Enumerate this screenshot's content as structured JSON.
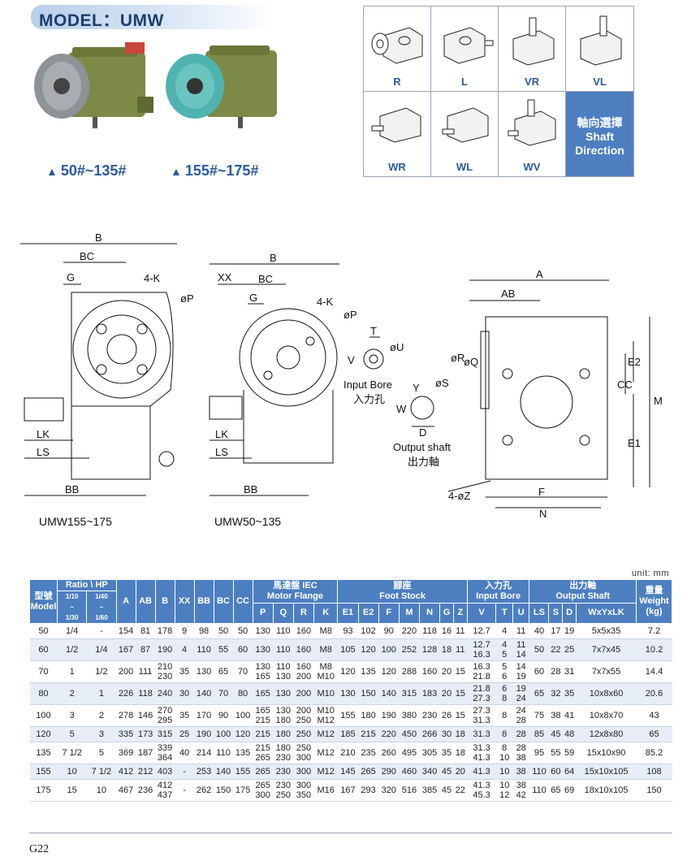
{
  "header": {
    "model_title": "MODEL：UMW"
  },
  "products": [
    {
      "label": "50#~135#"
    },
    {
      "label": "155#~175#"
    }
  ],
  "shaft_directions": {
    "items": [
      "R",
      "L",
      "VR",
      "VL",
      "WR",
      "WL",
      "WV"
    ],
    "title_zh": "軸向選擇",
    "title_en_1": "Shaft",
    "title_en_2": "Direction"
  },
  "drawings": {
    "left_caption": "UMW155~175",
    "mid_caption": "UMW50~135",
    "input_bore_en": "Input  Bore",
    "input_bore_zh": "入力孔",
    "output_shaft_en": "Output  shaft",
    "output_shaft_zh": "出力軸",
    "dims": {
      "B": "B",
      "BC": "BC",
      "G": "G",
      "K4": "4-K",
      "P": "øP",
      "LK": "LK",
      "LS": "LS",
      "BB": "BB",
      "XX": "XX",
      "T": "T",
      "U": "øU",
      "V": "V",
      "Y": "Y",
      "S": "øS",
      "W": "W",
      "D": "D",
      "A": "A",
      "AB": "AB",
      "R": "øR",
      "Q": "øQ",
      "E2": "E2",
      "CC": "CC",
      "M": "M",
      "E1": "E1",
      "F": "F",
      "N": "N",
      "Z": "4-øZ"
    }
  },
  "table": {
    "unit": "unit: mm",
    "h_model_zh": "型號",
    "h_model_en": "Model",
    "h_ratio": "Ratio \\ HP",
    "h_ratio_a_1": "1/10",
    "h_ratio_a_2": "~",
    "h_ratio_a_3": "1/30",
    "h_ratio_b_1": "1/40",
    "h_ratio_b_2": "~",
    "h_ratio_b_3": "1/60",
    "h_A": "A",
    "h_AB": "AB",
    "h_B": "B",
    "h_XX": "XX",
    "h_BB": "BB",
    "h_BC": "BC",
    "h_CC": "CC",
    "h_motor_zh": "馬達盤 IEC",
    "h_motor_en": "Motor Flange",
    "h_foot_zh": "腳座",
    "h_foot_en": "Foot Stock",
    "h_input_zh": "入力孔",
    "h_input_en": "Input Bore",
    "h_output_zh": "出力軸",
    "h_output_en": "Output Shaft",
    "h_weight_zh": "重量",
    "h_weight_en": "Weight",
    "h_weight_unit": "(kg)",
    "sub": [
      "P",
      "Q",
      "R",
      "K",
      "E1",
      "E2",
      "F",
      "M",
      "N",
      "G",
      "Z",
      "V",
      "T",
      "U",
      "LS",
      "S",
      "D",
      "WxYxLK"
    ],
    "rows": [
      [
        "50",
        "1/4",
        "-",
        "154",
        "81",
        "178",
        "9",
        "98",
        "50",
        "50",
        "130",
        "110",
        "160",
        "M8",
        "93",
        "102",
        "90",
        "220",
        "118",
        "16",
        "11",
        "12.7",
        "4",
        "11",
        "40",
        "17",
        "19",
        "5x5x35",
        "7.2"
      ],
      [
        "60",
        "1/2",
        "1/4",
        "167",
        "87",
        "190",
        "4",
        "110",
        "55",
        "60",
        "130",
        "110",
        "160",
        "M8",
        "105",
        "120",
        "100",
        "252",
        "128",
        "18",
        "11",
        "12.7\n16.3",
        "4\n5",
        "11\n14",
        "50",
        "22",
        "25",
        "7x7x45",
        "10.2"
      ],
      [
        "70",
        "1",
        "1/2",
        "200",
        "111",
        "210\n230",
        "35",
        "130",
        "65",
        "70",
        "130\n165",
        "110\n130",
        "160\n200",
        "M8\nM10",
        "120",
        "135",
        "120",
        "288",
        "160",
        "20",
        "15",
        "16.3\n21.8",
        "5\n6",
        "14\n19",
        "60",
        "28",
        "31",
        "7x7x55",
        "14.4"
      ],
      [
        "80",
        "2",
        "1",
        "226",
        "118",
        "240",
        "30",
        "140",
        "70",
        "80",
        "165",
        "130",
        "200",
        "M10",
        "130",
        "150",
        "140",
        "315",
        "183",
        "20",
        "15",
        "21.8\n27.3",
        "6\n8",
        "19\n24",
        "65",
        "32",
        "35",
        "10x8x60",
        "20.6"
      ],
      [
        "100",
        "3",
        "2",
        "278",
        "146",
        "270\n295",
        "35",
        "170",
        "90",
        "100",
        "165\n215",
        "130\n180",
        "200\n250",
        "M10\nM12",
        "155",
        "180",
        "190",
        "380",
        "230",
        "26",
        "15",
        "27.3\n31.3",
        "8",
        "24\n28",
        "75",
        "38",
        "41",
        "10x8x70",
        "43"
      ],
      [
        "120",
        "5",
        "3",
        "335",
        "173",
        "315",
        "25",
        "190",
        "100",
        "120",
        "215",
        "180",
        "250",
        "M12",
        "185",
        "215",
        "220",
        "450",
        "266",
        "30",
        "18",
        "31.3",
        "8",
        "28",
        "85",
        "45",
        "48",
        "12x8x80",
        "65"
      ],
      [
        "135",
        "7 1/2",
        "5",
        "369",
        "187",
        "339\n364",
        "40",
        "214",
        "110",
        "135",
        "215\n265",
        "180\n230",
        "250\n300",
        "M12",
        "210",
        "235",
        "260",
        "495",
        "305",
        "35",
        "18",
        "31.3\n41.3",
        "8\n10",
        "28\n38",
        "95",
        "55",
        "59",
        "15x10x90",
        "85.2"
      ],
      [
        "155",
        "10",
        "7 1/2",
        "412",
        "212",
        "403",
        "-",
        "253",
        "140",
        "155",
        "265",
        "230",
        "300",
        "M12",
        "145",
        "265",
        "290",
        "460",
        "340",
        "45",
        "20",
        "41.3",
        "10",
        "38",
        "110",
        "60",
        "64",
        "15x10x105",
        "108"
      ],
      [
        "175",
        "15",
        "10",
        "467",
        "236",
        "412\n437",
        "-",
        "262",
        "150",
        "175",
        "265\n300",
        "230\n250",
        "300\n350",
        "M16",
        "167",
        "293",
        "320",
        "516",
        "385",
        "45",
        "22",
        "41.3\n45.3",
        "10\n12",
        "38\n42",
        "110",
        "65",
        "69",
        "18x10x105",
        "150"
      ]
    ]
  },
  "footer": {
    "page": "G22"
  },
  "colors": {
    "header_blue": "#4d7fc0",
    "title_blue": "#1d3f6e",
    "label_blue": "#2a5a9a",
    "row_alt": "#e7edf7",
    "gear_green": "#7d8a47",
    "gear_teal": "#4fb3b0"
  }
}
